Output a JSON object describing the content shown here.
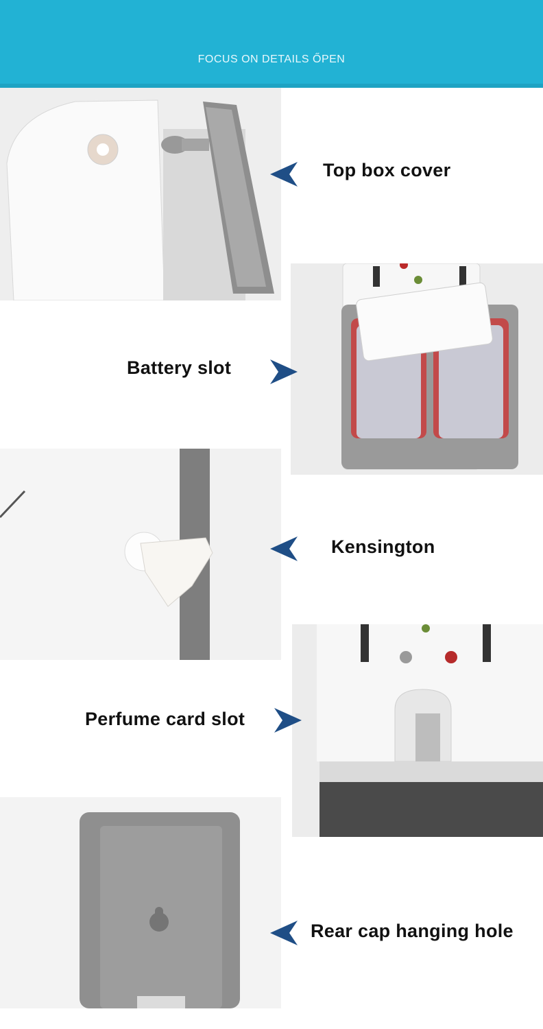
{
  "header": {
    "title": "FOCUS ON DETAILS ŐPEN",
    "background_color": "#22b2d4"
  },
  "details": [
    {
      "label": "Top box cover",
      "arrow_direction": "left"
    },
    {
      "label": "Battery slot",
      "arrow_direction": "right"
    },
    {
      "label": "Kensington",
      "arrow_direction": "left"
    },
    {
      "label": "Perfume card slot",
      "arrow_direction": "right"
    },
    {
      "label": "Rear cap hanging hole",
      "arrow_direction": "left"
    }
  ],
  "accent_color": "#1f4e86"
}
